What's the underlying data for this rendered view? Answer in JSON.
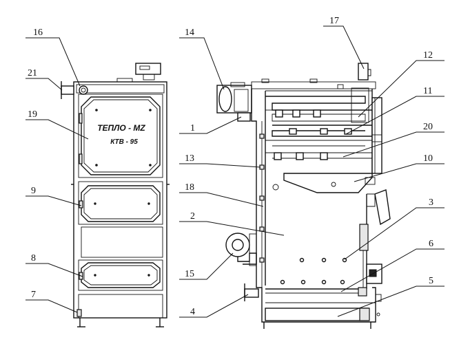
{
  "plate": {
    "brand_name": "ТЕПЛО - МZ",
    "model": "КТВ - 95"
  },
  "labels": [
    {
      "id": "16",
      "text": "16"
    },
    {
      "id": "21",
      "text": "21"
    },
    {
      "id": "19",
      "text": "19"
    },
    {
      "id": "9",
      "text": "9"
    },
    {
      "id": "8",
      "text": "8"
    },
    {
      "id": "7",
      "text": "7"
    },
    {
      "id": "14",
      "text": "14"
    },
    {
      "id": "1",
      "text": "1"
    },
    {
      "id": "13",
      "text": "13"
    },
    {
      "id": "18",
      "text": "18"
    },
    {
      "id": "2",
      "text": "2"
    },
    {
      "id": "15",
      "text": "15"
    },
    {
      "id": "4",
      "text": "4"
    },
    {
      "id": "17",
      "text": "17"
    },
    {
      "id": "12",
      "text": "12"
    },
    {
      "id": "11",
      "text": "11"
    },
    {
      "id": "20",
      "text": "20"
    },
    {
      "id": "10",
      "text": "10"
    },
    {
      "id": "3",
      "text": "3"
    },
    {
      "id": "6",
      "text": "6"
    },
    {
      "id": "5",
      "text": "5"
    }
  ]
}
